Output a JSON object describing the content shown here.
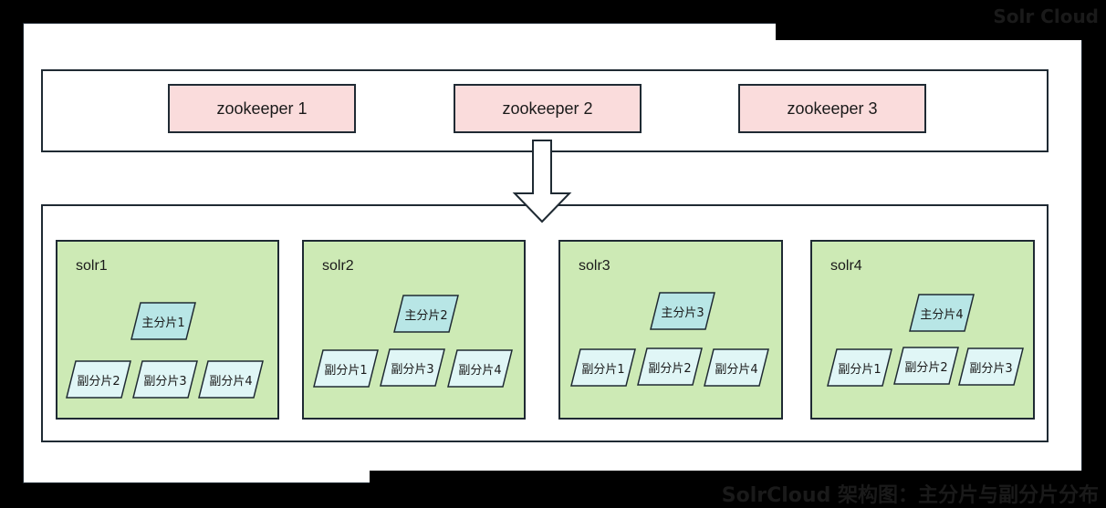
{
  "zookeepers": [
    {
      "label": "zookeeper 1"
    },
    {
      "label": "zookeeper 2"
    },
    {
      "label": "zookeeper 3"
    }
  ],
  "nodes": [
    {
      "name": "solr1",
      "primary": "主分片1",
      "replicas": [
        "副分片2",
        "副分片3",
        "副分片4"
      ]
    },
    {
      "name": "solr2",
      "primary": "主分片2",
      "replicas": [
        "副分片1",
        "副分片3",
        "副分片4"
      ]
    },
    {
      "name": "solr3",
      "primary": "主分片3",
      "replicas": [
        "副分片1",
        "副分片2",
        "副分片4"
      ]
    },
    {
      "name": "solr4",
      "primary": "主分片4",
      "replicas": [
        "副分片1",
        "副分片2",
        "副分片3"
      ]
    }
  ],
  "colors": {
    "zookeeper_fill": "#fadcdc",
    "node_fill": "#cdeab5",
    "primary_shard_fill": "#b8e6e6",
    "replica_shard_fill": "#e0f6f6",
    "stroke": "#1f2a33"
  },
  "watermark": {
    "top_right": "Solr Cloud",
    "bottom_right": "SolrCloud 架构图：主分片与副分片分布"
  }
}
